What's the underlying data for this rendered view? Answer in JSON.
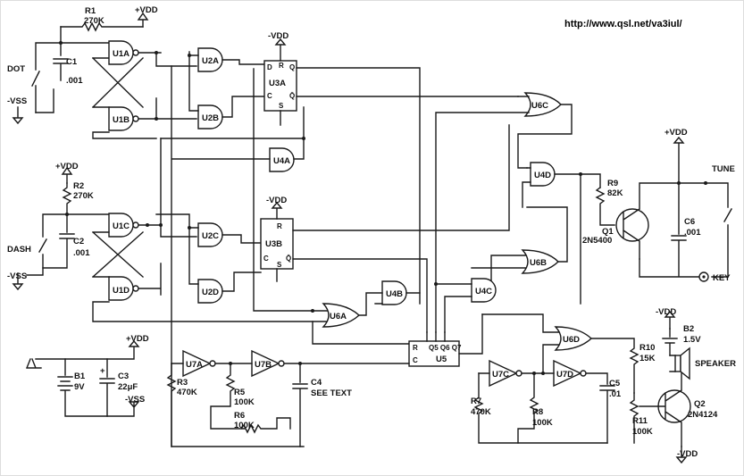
{
  "url": "http://www.qsl.net/va3iul/",
  "supply": {
    "vdd": "+VDD",
    "vss": "-VSS",
    "vdd_neg": "-VDD"
  },
  "inputs": {
    "dot": "DOT",
    "dash": "DASH",
    "tune": "TUNE",
    "key": "KEY"
  },
  "gates": {
    "u1a": "U1A",
    "u1b": "U1B",
    "u1c": "U1C",
    "u1d": "U1D",
    "u2a": "U2A",
    "u2b": "U2B",
    "u2c": "U2C",
    "u2d": "U2D",
    "u3a": "U3A",
    "u3b": "U3B",
    "u4a": "U4A",
    "u4b": "U4B",
    "u4c": "U4C",
    "u4d": "U4D",
    "u5": "U5",
    "u6a": "U6A",
    "u6b": "U6B",
    "u6c": "U6C",
    "u6d": "U6D",
    "u7a": "U7A",
    "u7b": "U7B",
    "u7c": "U7C",
    "u7d": "U7D"
  },
  "ff_pins": {
    "d": "D",
    "r": "R",
    "q": "Q",
    "c": "C",
    "s": "S",
    "qbar": "Q̄"
  },
  "u5_pins": "Q5 Q6 Q7",
  "components": {
    "r1": {
      "ref": "R1",
      "value": "270K"
    },
    "r2": {
      "ref": "R2",
      "value": "270K"
    },
    "r3": {
      "ref": "R3",
      "value": "470K"
    },
    "r5": {
      "ref": "R5",
      "value": "100K"
    },
    "r6": {
      "ref": "R6",
      "value": "100K"
    },
    "r7": {
      "ref": "R7",
      "value": "470K"
    },
    "r8": {
      "ref": "R8",
      "value": "100K"
    },
    "r9": {
      "ref": "R9",
      "value": "82K"
    },
    "r10": {
      "ref": "R10",
      "value": "15K"
    },
    "r11": {
      "ref": "R11",
      "value": "100K"
    },
    "c1": {
      "ref": "C1",
      "value": ".001"
    },
    "c2": {
      "ref": "C2",
      "value": ".001"
    },
    "c3": {
      "ref": "C3",
      "value": "22μF"
    },
    "c4": {
      "ref": "C4",
      "value": "SEE TEXT"
    },
    "c5": {
      "ref": "C5",
      "value": ".01"
    },
    "c6": {
      "ref": "C6",
      "value": ".001"
    },
    "b1": {
      "ref": "B1",
      "value": "9V"
    },
    "b2": {
      "ref": "B2",
      "value": "1.5V"
    },
    "q1": {
      "ref": "Q1",
      "value": "2N5400"
    },
    "q2": {
      "ref": "Q2",
      "value": "2N4124"
    },
    "speaker": "SPEAKER"
  }
}
